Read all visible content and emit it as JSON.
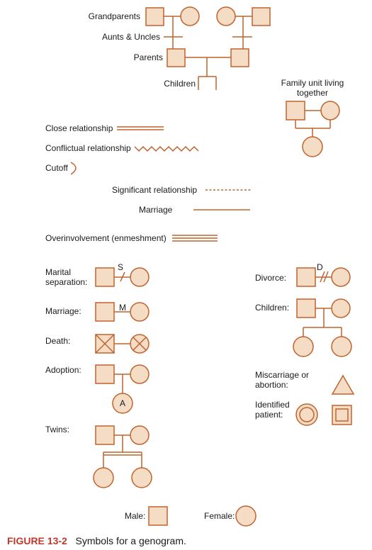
{
  "colors": {
    "stroke": "#c0632e",
    "fill": "#f5dcc4",
    "caption_accent": "#c0392b"
  },
  "labels": {
    "grandparents": "Grandparents",
    "aunts_uncles": "Aunts & Uncles",
    "parents": "Parents",
    "children_top": "Children",
    "family_unit": "Family unit living\ntogether",
    "close_relationship": "Close relationship",
    "conflictual_relationship": "Conflictual relationship",
    "cutoff": "Cutoff",
    "significant_relationship": "Significant relationship",
    "marriage_line": "Marriage",
    "overinvolvement": "Overinvolvement (enmeshment)",
    "marital_separation": "Marital\nseparation:",
    "separation_letter": "S",
    "divorce": "Divorce:",
    "divorce_letter": "D",
    "marriage_symbol": "Marriage:",
    "marriage_letter": "M",
    "children_symbol": "Children:",
    "death": "Death:",
    "adoption": "Adoption:",
    "adoption_letter": "A",
    "miscarriage": "Miscarriage or\nabortion:",
    "identified_patient": "Identified\npatient:",
    "twins": "Twins:",
    "male": "Male:",
    "female": "Female:"
  },
  "caption": {
    "figure_number": "FIGURE 13-2",
    "text": "Symbols for a genogram."
  }
}
